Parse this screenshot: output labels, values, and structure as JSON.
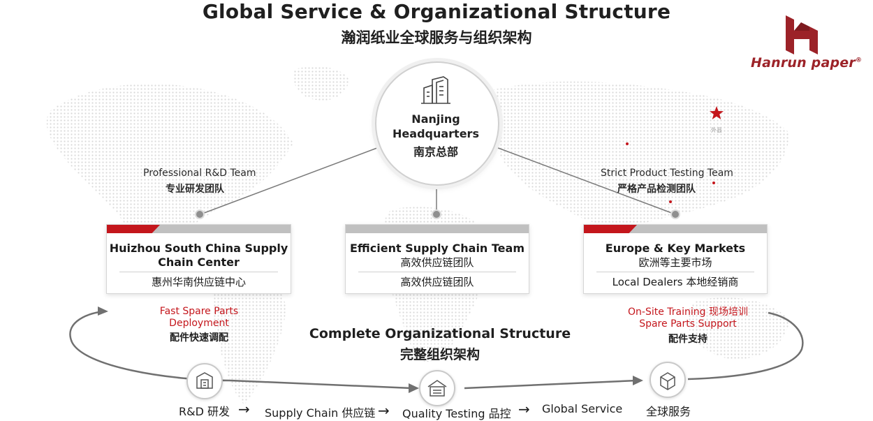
{
  "title_en": "Global Service & Organizational Structure",
  "title_zh": "瀚润纸业全球服务与组织架构",
  "logo": {
    "text": "Hanrun paper",
    "reg": "®"
  },
  "hub": {
    "line1": "Nanjing",
    "line2": "Headquarters",
    "line3": "南京总部"
  },
  "branches": {
    "left": {
      "en": "Professional R&D Team",
      "zh": "专业研发团队"
    },
    "right": {
      "en": "Strict Product Testing Team",
      "zh": "严格产品检测团队"
    }
  },
  "cards": [
    {
      "title_line1": "Huizhou South China Supply",
      "title_line2": "Chain Center",
      "sub": "惠州华南供应链中心"
    },
    {
      "title_line1": "Efficient Supply Chain Team",
      "title_line2": "高效供应链团队",
      "sub": "高效供应链团队"
    },
    {
      "title_line1": "Europe & Key Markets",
      "title_line2": "欧洲等主要市场",
      "sub": "Local Dealers 本地经销商"
    }
  ],
  "notes": {
    "left": {
      "line1": "Fast Spare Parts",
      "line2": "Deployment",
      "zh": "配件快速调配"
    },
    "right": {
      "line1": "On-Site Training 现场培训",
      "line2": "Spare Parts Support",
      "zh": "配件支持"
    }
  },
  "center": {
    "en": "Complete Organizational Structure",
    "zh": "完整组织架构"
  },
  "flow": {
    "rd": "R&D 研发",
    "arrow": "→",
    "supply": "Supply Chain 供应链",
    "quality": "Quality Testing 品控",
    "global": "Global Service",
    "global_zh": "全球服务"
  },
  "map_label": "外县",
  "colors": {
    "brand_red": "#c4161c",
    "logo_red": "#9c2228",
    "dot_gray": "#8f8f8f"
  },
  "icons": [
    "building-icon",
    "lab-icon",
    "warehouse-icon",
    "globe-box-icon",
    "star-icon"
  ]
}
